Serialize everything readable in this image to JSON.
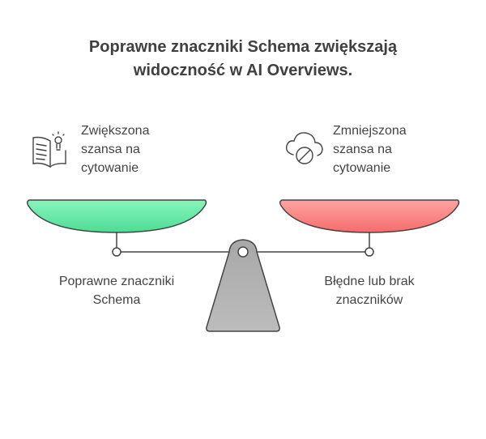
{
  "title": {
    "line1": "Poprawne znaczniki Schema zwiększają",
    "line2": "widoczność w AI Overviews."
  },
  "left": {
    "outcome": [
      "Zwiększona",
      "szansa na",
      "cytowanie"
    ],
    "icon": "book-lightbulb-icon",
    "label": [
      "Poprawne znaczniki",
      "Schema"
    ],
    "color": "#5fe3a1"
  },
  "right": {
    "outcome": [
      "Zmniejszona",
      "szansa na",
      "cytowanie"
    ],
    "icon": "cloud-blocked-icon",
    "label": [
      "Błędne lub brak",
      "znaczników"
    ],
    "color": "#f87878"
  }
}
